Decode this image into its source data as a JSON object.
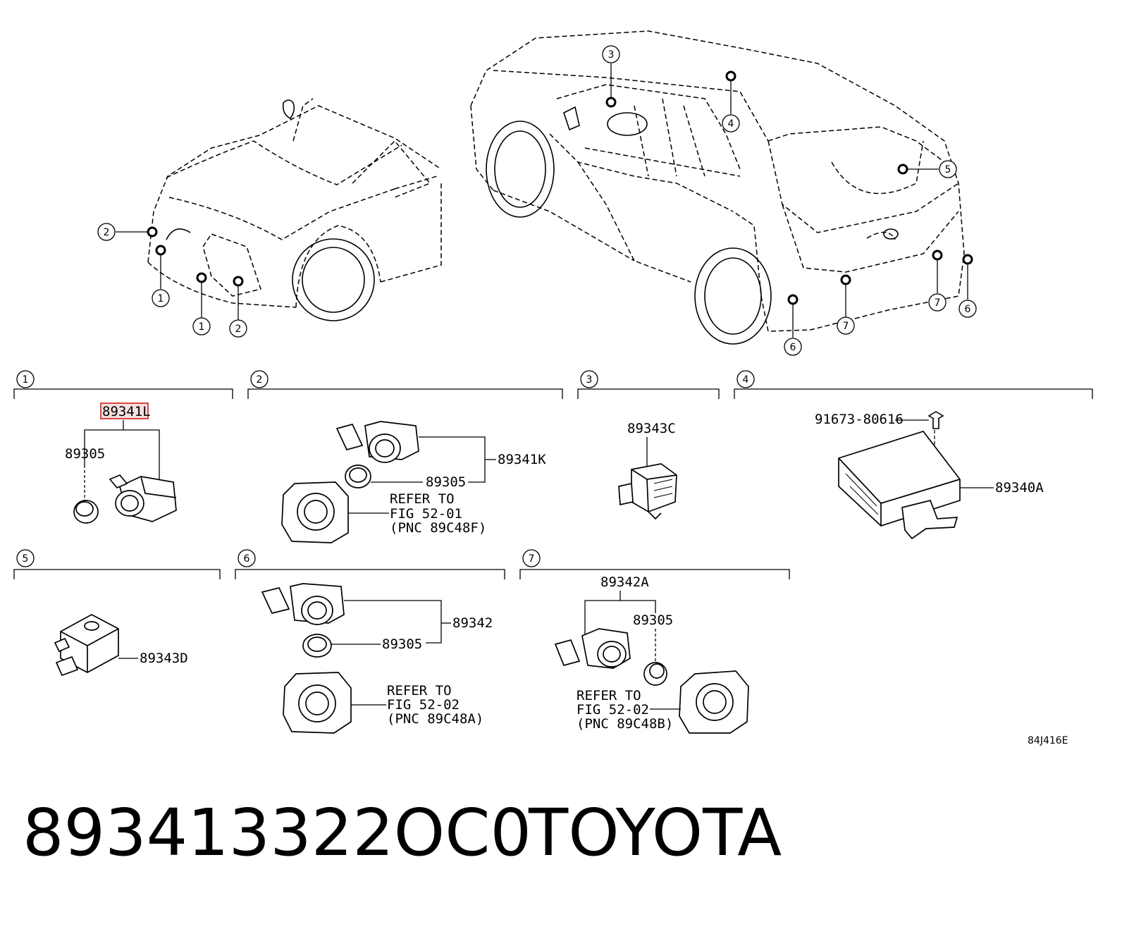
{
  "callouts": {
    "c1": "1",
    "c2": "2",
    "c3": "3",
    "c4": "4",
    "c5": "5",
    "c6": "6",
    "c7": "7"
  },
  "sections": [
    {
      "num": "1",
      "main_part": "89341L",
      "sub_part": "89305"
    },
    {
      "num": "2",
      "main_part": "89341K",
      "sub_part": "89305",
      "refer_line1": "REFER TO",
      "refer_line2": "FIG 52-01",
      "refer_line3": "(PNC 89C48F)"
    },
    {
      "num": "3",
      "main_part": "89343C"
    },
    {
      "num": "4",
      "main_part": "89340A",
      "bolt": "91673-80616"
    },
    {
      "num": "5",
      "main_part": "89343D"
    },
    {
      "num": "6",
      "main_part": "89342",
      "sub_part": "89305",
      "refer_line1": "REFER TO",
      "refer_line2": "FIG 52-02",
      "refer_line3": "(PNC 89C48A)"
    },
    {
      "num": "7",
      "main_part": "89342A",
      "sub_part": "89305",
      "refer_line1": "REFER TO",
      "refer_line2": "FIG 52-02",
      "refer_line3": "(PNC 89C48B)"
    }
  ],
  "figure_code": "84J416E",
  "highlight_color": "#d81b1b",
  "footer": {
    "part_number": "893413322OC0",
    "brand": "TOYOTA"
  }
}
